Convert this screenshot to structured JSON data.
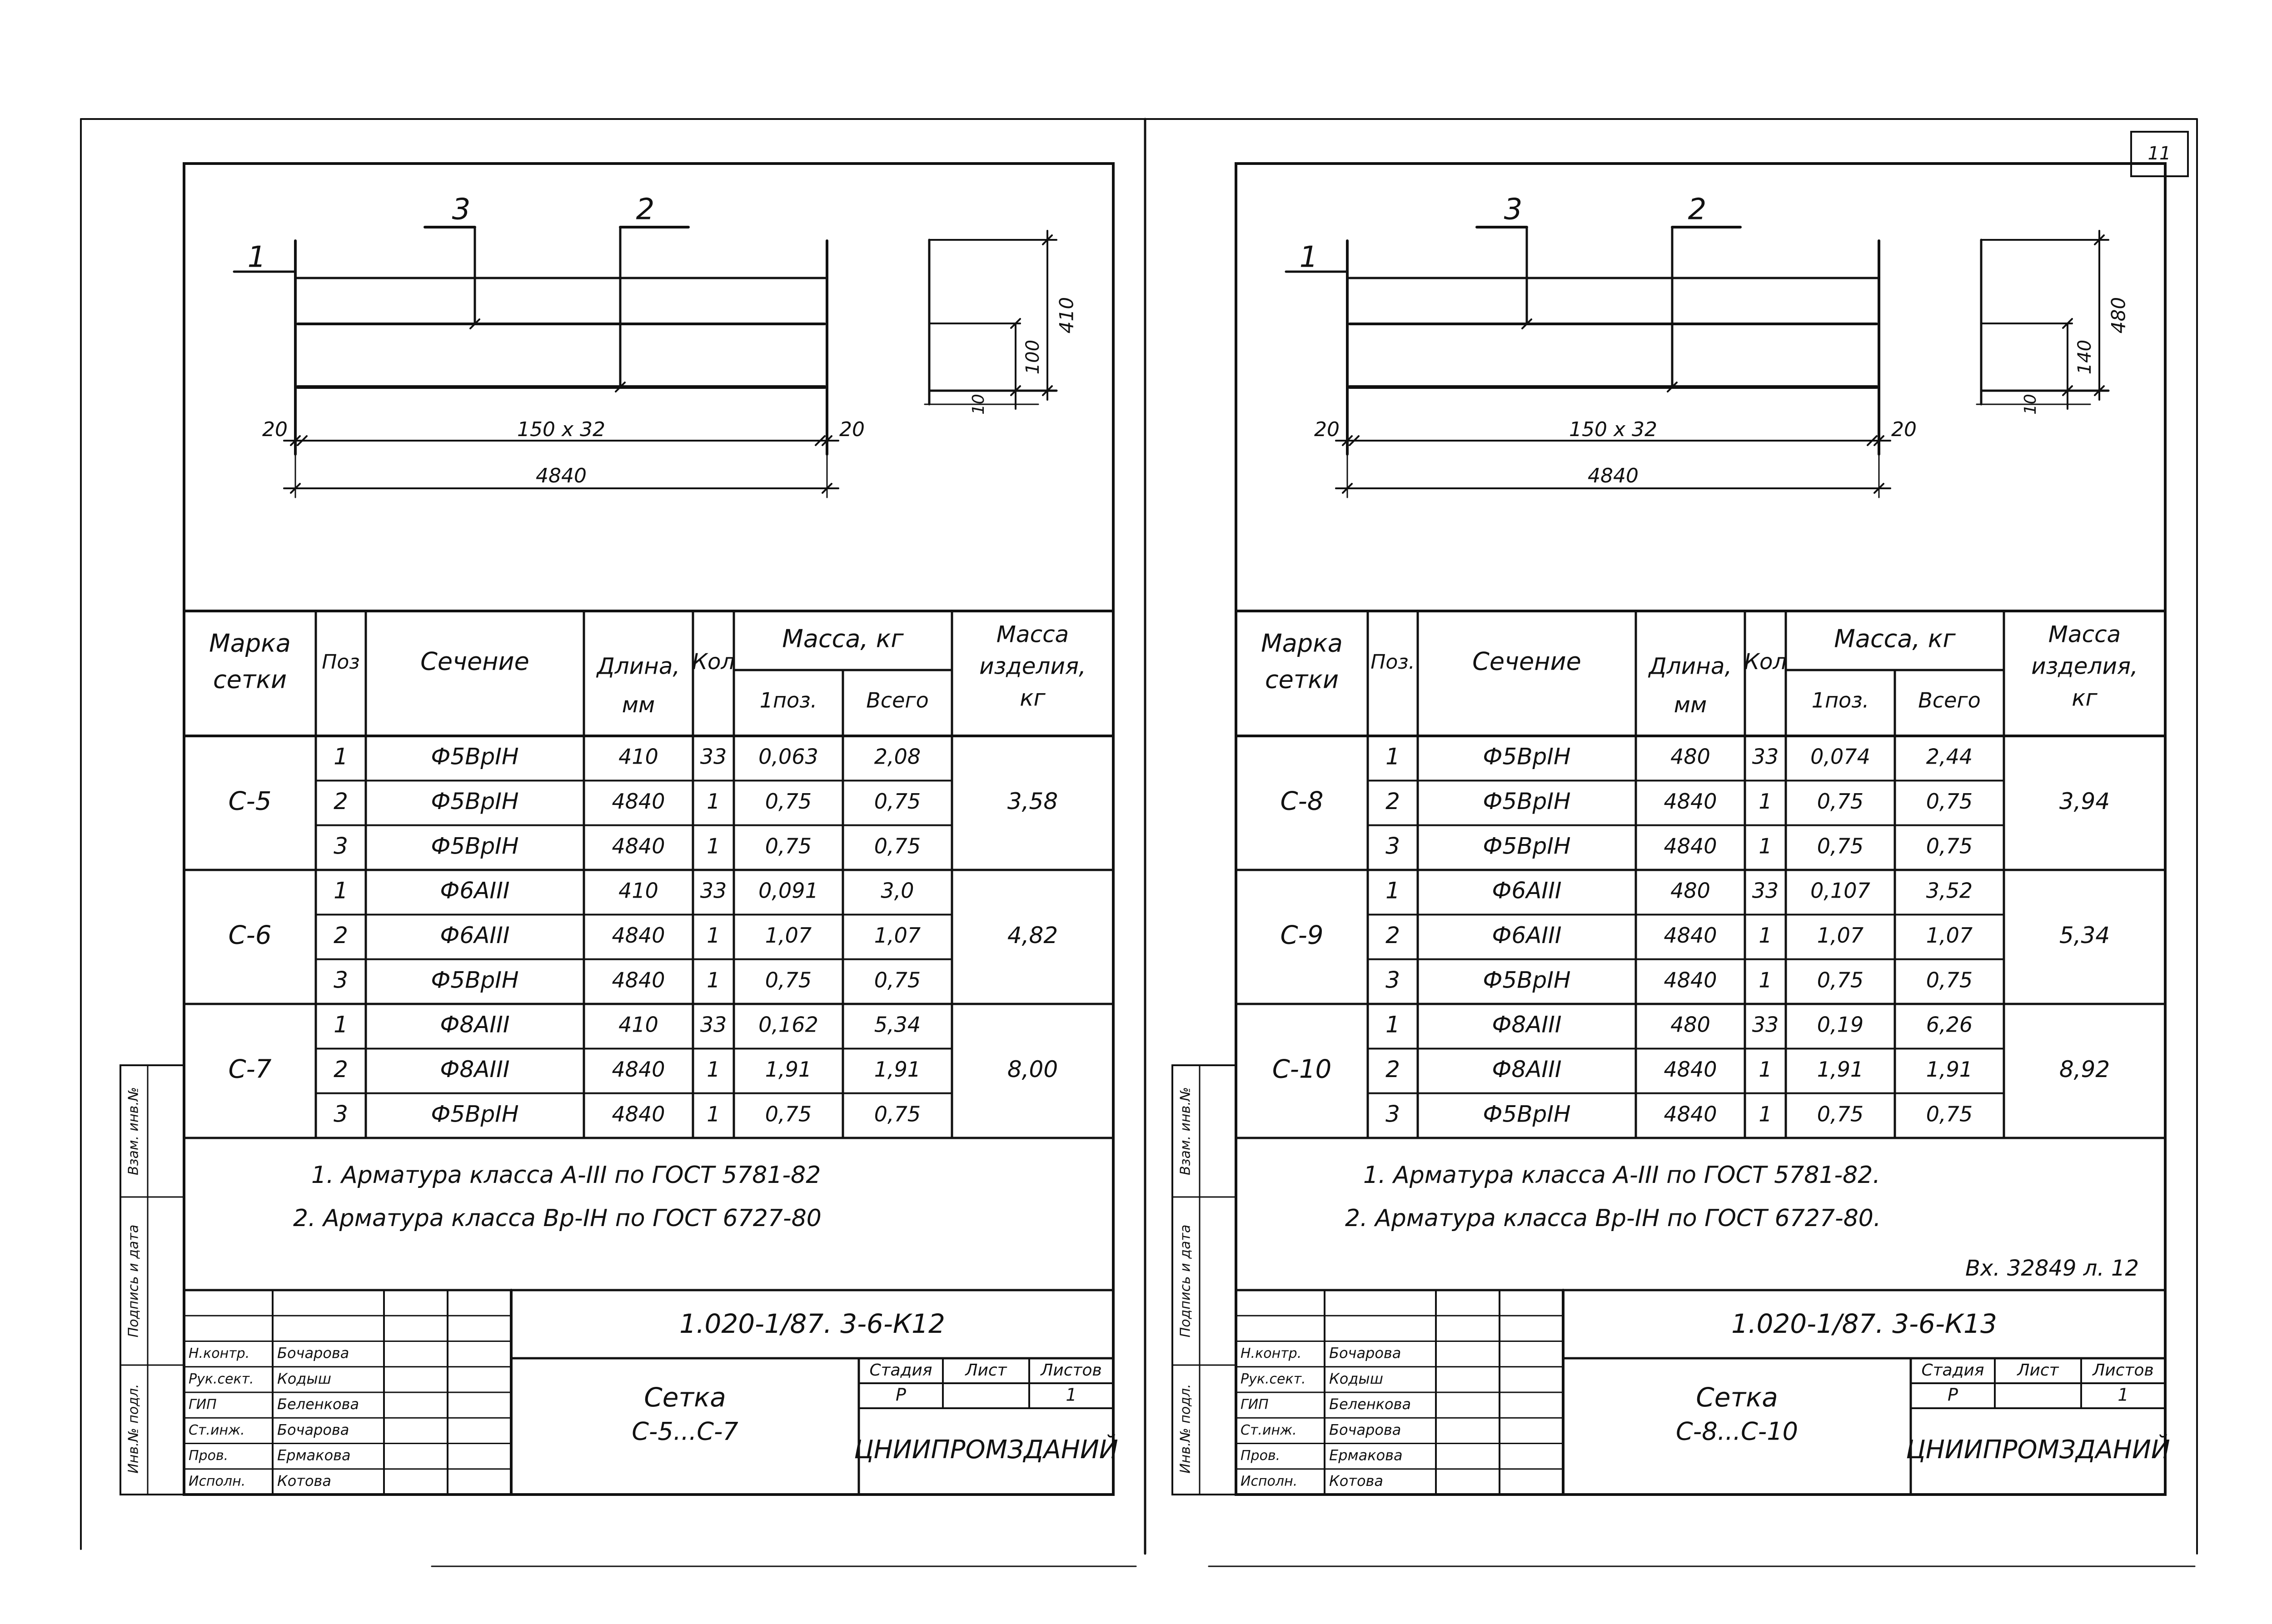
{
  "page_number": "11",
  "sheets": [
    {
      "id": "left",
      "drawing": {
        "callouts": [
          "1",
          "3",
          "2"
        ],
        "end_offset_left": "20",
        "end_offset_right": "20",
        "pitch_label": "150 x 32",
        "total_length": "4840",
        "section_height": "410",
        "section_inner": "100",
        "section_bottom": "10"
      },
      "table": {
        "headers": {
          "mark": "Марка сетки",
          "pos": "Поз",
          "section": "Сечение",
          "length": "Длина, мм",
          "qty": "Кол",
          "mass": "Масса, кг",
          "mass_one": "1поз.",
          "mass_total": "Всего",
          "product_mass": "Масса изделия, кг"
        },
        "groups": [
          {
            "mark": "С-5",
            "product_mass": "3,58",
            "rows": [
              {
                "pos": "1",
                "section": "Ф5ВрIН",
                "length": "410",
                "qty": "33",
                "mass_one": "0,063",
                "mass_total": "2,08"
              },
              {
                "pos": "2",
                "section": "Ф5ВрIН",
                "length": "4840",
                "qty": "1",
                "mass_one": "0,75",
                "mass_total": "0,75"
              },
              {
                "pos": "3",
                "section": "Ф5ВрIН",
                "length": "4840",
                "qty": "1",
                "mass_one": "0,75",
                "mass_total": "0,75"
              }
            ]
          },
          {
            "mark": "С-6",
            "product_mass": "4,82",
            "rows": [
              {
                "pos": "1",
                "section": "Ф6АIII",
                "length": "410",
                "qty": "33",
                "mass_one": "0,091",
                "mass_total": "3,0"
              },
              {
                "pos": "2",
                "section": "Ф6АIII",
                "length": "4840",
                "qty": "1",
                "mass_one": "1,07",
                "mass_total": "1,07"
              },
              {
                "pos": "3",
                "section": "Ф5ВрIН",
                "length": "4840",
                "qty": "1",
                "mass_one": "0,75",
                "mass_total": "0,75"
              }
            ]
          },
          {
            "mark": "С-7",
            "product_mass": "8,00",
            "rows": [
              {
                "pos": "1",
                "section": "Ф8АIII",
                "length": "410",
                "qty": "33",
                "mass_one": "0,162",
                "mass_total": "5,34"
              },
              {
                "pos": "2",
                "section": "Ф8АIII",
                "length": "4840",
                "qty": "1",
                "mass_one": "1,91",
                "mass_total": "1,91"
              },
              {
                "pos": "3",
                "section": "Ф5ВрIН",
                "length": "4840",
                "qty": "1",
                "mass_one": "0,75",
                "mass_total": "0,75"
              }
            ]
          }
        ]
      },
      "notes": [
        "1. Арматура класса А-III по ГОСТ 5781-82",
        "2. Арматура класса Вр-IН по ГОСТ 6727-80"
      ],
      "stamp_note": "",
      "title_block": {
        "code": "1.020-1/87. 3-6-К12",
        "title_line1": "Сетка",
        "title_line2": "С-5...С-7",
        "stage_label": "Стадия",
        "sheet_label": "Лист",
        "sheets_label": "Листов",
        "stage": "Р",
        "sheets_count": "1",
        "org": "ЦНИИПРОМЗДАНИЙ",
        "signatures": [
          {
            "role": "Н.контр.",
            "name": "Бочарова"
          },
          {
            "role": "Рук.сект.",
            "name": "Кодыш"
          },
          {
            "role": "ГИП",
            "name": "Беленкова"
          },
          {
            "role": "Ст.инж.",
            "name": "Бочарова"
          },
          {
            "role": "Пров.",
            "name": "Ермакова"
          },
          {
            "role": "Исполн.",
            "name": "Котова"
          }
        ]
      },
      "side_labels": [
        "Инв.№ подл.",
        "Подпись и дата",
        "Взам. инв.№"
      ]
    },
    {
      "id": "right",
      "drawing": {
        "callouts": [
          "1",
          "3",
          "2"
        ],
        "end_offset_left": "20",
        "end_offset_right": "20",
        "pitch_label": "150 x 32",
        "total_length": "4840",
        "section_height": "480",
        "section_inner": "140",
        "section_bottom": "10"
      },
      "table": {
        "headers": {
          "mark": "Марка сетки",
          "pos": "Поз.",
          "section": "Сечение",
          "length": "Длина, мм",
          "qty": "Кол",
          "mass": "Масса, кг",
          "mass_one": "1поз.",
          "mass_total": "Всего",
          "product_mass": "Масса изделия, кг"
        },
        "groups": [
          {
            "mark": "С-8",
            "product_mass": "3,94",
            "rows": [
              {
                "pos": "1",
                "section": "Ф5ВрIН",
                "length": "480",
                "qty": "33",
                "mass_one": "0,074",
                "mass_total": "2,44"
              },
              {
                "pos": "2",
                "section": "Ф5ВрIН",
                "length": "4840",
                "qty": "1",
                "mass_one": "0,75",
                "mass_total": "0,75"
              },
              {
                "pos": "3",
                "section": "Ф5ВрIН",
                "length": "4840",
                "qty": "1",
                "mass_one": "0,75",
                "mass_total": "0,75"
              }
            ]
          },
          {
            "mark": "С-9",
            "product_mass": "5,34",
            "rows": [
              {
                "pos": "1",
                "section": "Ф6АIII",
                "length": "480",
                "qty": "33",
                "mass_one": "0,107",
                "mass_total": "3,52"
              },
              {
                "pos": "2",
                "section": "Ф6АIII",
                "length": "4840",
                "qty": "1",
                "mass_one": "1,07",
                "mass_total": "1,07"
              },
              {
                "pos": "3",
                "section": "Ф5ВрIН",
                "length": "4840",
                "qty": "1",
                "mass_one": "0,75",
                "mass_total": "0,75"
              }
            ]
          },
          {
            "mark": "С-10",
            "product_mass": "8,92",
            "rows": [
              {
                "pos": "1",
                "section": "Ф8АIII",
                "length": "480",
                "qty": "33",
                "mass_one": "0,19",
                "mass_total": "6,26"
              },
              {
                "pos": "2",
                "section": "Ф8АIII",
                "length": "4840",
                "qty": "1",
                "mass_one": "1,91",
                "mass_total": "1,91"
              },
              {
                "pos": "3",
                "section": "Ф5ВрIН",
                "length": "4840",
                "qty": "1",
                "mass_one": "0,75",
                "mass_total": "0,75"
              }
            ]
          }
        ]
      },
      "notes": [
        "1. Арматура класса А-III по ГОСТ 5781-82.",
        "2. Арматура класса Вр-IН по ГОСТ 6727-80."
      ],
      "stamp_note": "Вх. 32849 л. 12",
      "title_block": {
        "code": "1.020-1/87. 3-6-К13",
        "title_line1": "Сетка",
        "title_line2": "С-8...С-10",
        "stage_label": "Стадия",
        "sheet_label": "Лист",
        "sheets_label": "Листов",
        "stage": "Р",
        "sheets_count": "1",
        "org": "ЦНИИПРОМЗДАНИЙ",
        "signatures": [
          {
            "role": "Н.контр.",
            "name": "Бочарова"
          },
          {
            "role": "Рук.сект.",
            "name": "Кодыш"
          },
          {
            "role": "ГИП",
            "name": "Беленкова"
          },
          {
            "role": "Ст.инж.",
            "name": "Бочарова"
          },
          {
            "role": "Пров.",
            "name": "Ермакова"
          },
          {
            "role": "Исполн.",
            "name": "Котова"
          }
        ]
      },
      "side_labels": [
        "Инв.№ подл.",
        "Подпись и дата",
        "Взам. инв.№"
      ]
    }
  ]
}
